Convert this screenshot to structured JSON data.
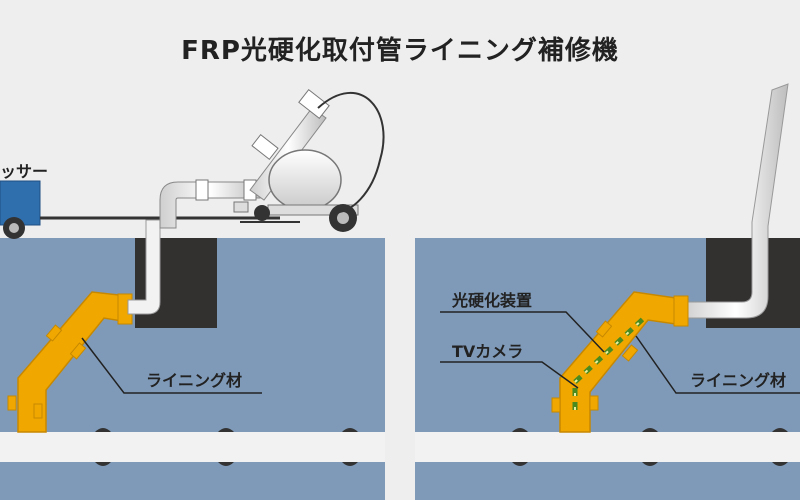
{
  "title": "FRP光硬化取付管ライニング補修機",
  "left_panel": {
    "compressor_label": "ッサー",
    "lining_label": "ライニング材"
  },
  "right_panel": {
    "curing_device_label": "光硬化装置",
    "camera_label": "TVカメラ",
    "lining_label": "ライニング材"
  },
  "colors": {
    "background": "#eeeeee",
    "ground": "#7f9ab8",
    "lining": "#f0a800",
    "pipe": "#f2f2f2",
    "manhole": "#333030",
    "truck": "#2f6fad",
    "camera_dash": "#5a9a2a"
  }
}
